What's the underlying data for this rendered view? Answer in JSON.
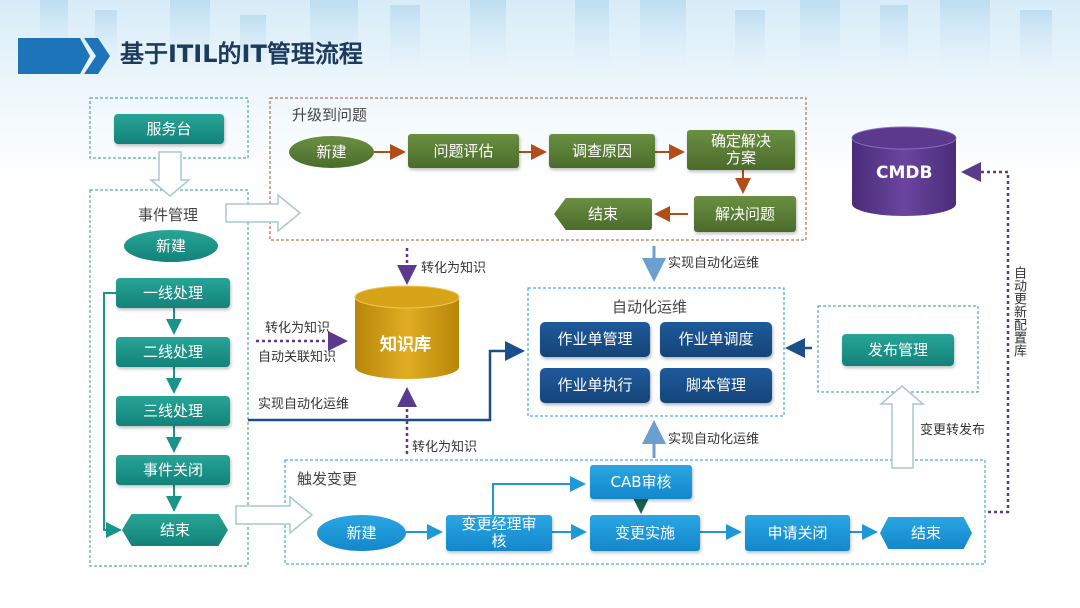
{
  "title": "基于ITIL的IT管理流程",
  "service_desk": {
    "label": "服务台"
  },
  "incident": {
    "group_label": "事件管理",
    "new": "新建",
    "line1": "一线处理",
    "line2": "二线处理",
    "line3": "三线处理",
    "close": "事件关闭",
    "end": "结束"
  },
  "problem": {
    "group_label": "升级到问题",
    "new": "新建",
    "evaluate": "问题评估",
    "investigate": "调查原因",
    "determine": "确定解决方案",
    "resolve": "解决问题",
    "end": "结束"
  },
  "knowledge_base": {
    "label": "知识库"
  },
  "cmdb": {
    "label": "CMDB"
  },
  "automation": {
    "group_label": "自动化运维",
    "ticket_mgmt": "作业单管理",
    "ticket_sched": "作业单调度",
    "ticket_exec": "作业单执行",
    "script_mgmt": "脚本管理"
  },
  "release": {
    "label": "发布管理"
  },
  "change": {
    "group_label": "触发变更",
    "new": "新建",
    "manager_review": "变更经理审核",
    "cab_review": "CAB审核",
    "implement": "变更实施",
    "apply_close": "申请关闭",
    "end": "结束"
  },
  "connectors": {
    "to_knowledge_top": "转化为知识",
    "to_automation_top": "实现自动化运维",
    "to_knowledge_left": "转化为知识",
    "auto_link_knowledge": "自动关联知识",
    "incident_to_automation": "实现自动化运维",
    "change_to_knowledge": "转化为知识",
    "change_to_automation": "实现自动化运维",
    "change_to_release": "变更转发布",
    "auto_update_cmdb": "自动更新配置库"
  },
  "colors": {
    "teal": "#1a9488",
    "olive": "#5a7d36",
    "dark_blue": "#1a4f8c",
    "light_blue": "#1f98d8",
    "gold": "#d4a017",
    "purple": "#5b3a8e",
    "title_text": "#1b3a5c"
  },
  "icons": {
    "title_arrow": "chevron-right-icon"
  }
}
